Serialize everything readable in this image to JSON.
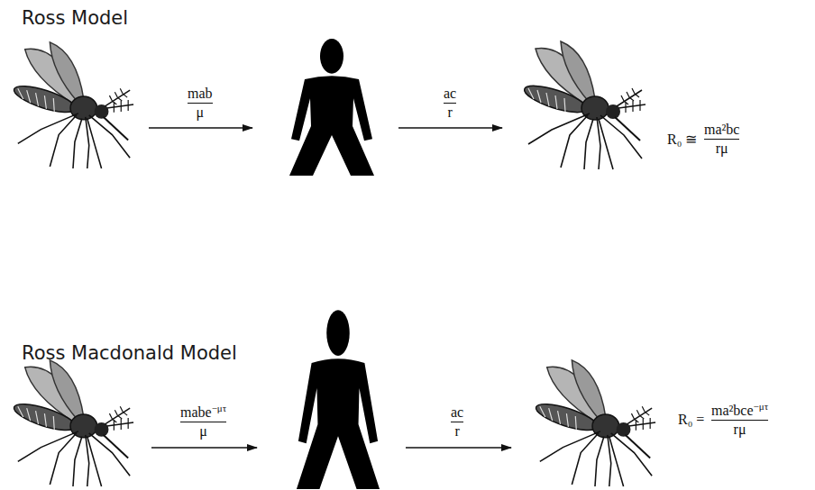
{
  "diagram": {
    "labels": [
      "Ross Model",
      "mab",
      "μ",
      "ac",
      "r",
      "R₀ ≅",
      "ma²bc",
      "rμ",
      "Ross Macdonald Model",
      "mabe",
      "−μτ",
      "μ",
      "ac",
      "r",
      "R₀ =",
      "ma²bce",
      "−μτ",
      "rμ"
    ]
  }
}
